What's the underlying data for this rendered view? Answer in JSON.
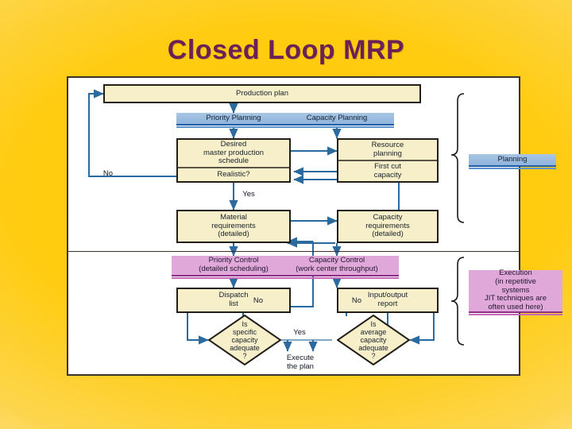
{
  "slide": {
    "title": "Closed Loop MRP",
    "title_color": "#6B2056",
    "background_color": "#FFCC11",
    "frame_background": "#FFFFFF"
  },
  "palette": {
    "box_fill": "#F7EFC9",
    "box_border": "#231F18",
    "planning_banner": "#A9C6E4",
    "planning_underline": "#1F5FA8",
    "control_banner": "#DFA8D8",
    "control_underline": "#8F2E87",
    "connector": "#2A6A9E"
  },
  "diagram": {
    "name": "closed-loop-mrp-flowchart",
    "sections": [
      {
        "id": "planning",
        "bracket_label": "Planning"
      },
      {
        "id": "execution",
        "bracket_label": "Execution\n(in repetitive systems\nJIT techniques are\noften used here)"
      }
    ],
    "nodes": {
      "production_plan": "Production plan",
      "priority_planning": "Priority Planning",
      "capacity_planning": "Capacity Planning",
      "desired_mps": "Desired\nmaster production\nschedule",
      "realistic": "Realistic?",
      "resource_planning": "Resource\nplanning",
      "first_cut_capacity": "First cut\ncapacity",
      "material_requirements": "Material\nrequirements\n(detailed)",
      "capacity_requirements": "Capacity\nrequirements\n(detailed)",
      "priority_control": "Priority Control\n(detailed scheduling)",
      "capacity_control": "Capacity Control\n(work center throughput)",
      "dispatch_list": "Dispatch\nlist",
      "input_output_report": "Input/output\nreport",
      "is_specific_capacity_adequate": "Is\nspecific\ncapacity\nadequate\n?",
      "is_average_capacity_adequate": "Is\naverage\ncapacity\nadequate\n?",
      "execute_the_plan": "Execute\nthe plan"
    },
    "edge_labels": {
      "realistic_no": "No",
      "realistic_yes": "Yes",
      "specific_no": "No",
      "average_no": "No",
      "specific_yes": "Yes"
    },
    "side_labels": {
      "planning_bracket": "Planning",
      "execution_bracket": "Execution\n(in repetitive\nsystems\nJIT techniques are\noften used here)"
    }
  }
}
